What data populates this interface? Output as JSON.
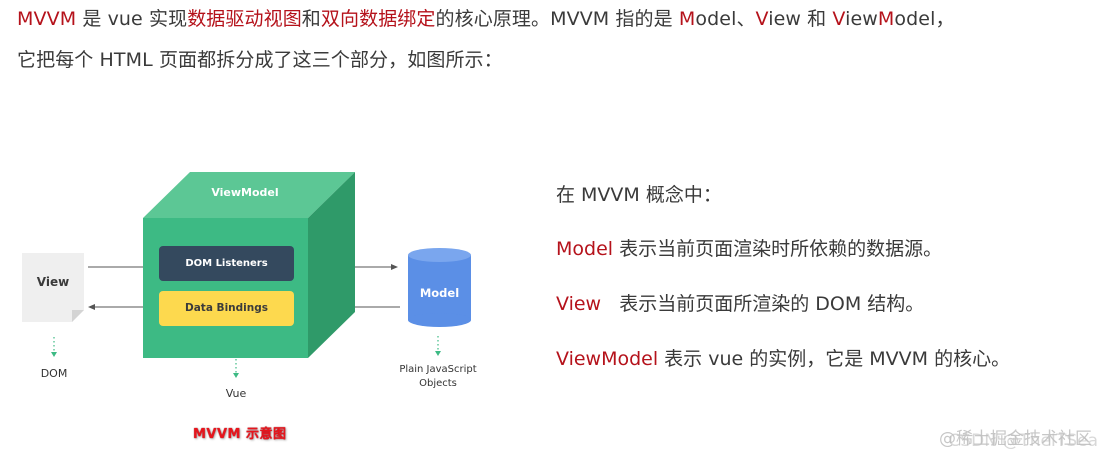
{
  "intro": {
    "line1": [
      {
        "text": "MVVM",
        "highlight": true
      },
      {
        "text": " 是 vue 实现",
        "highlight": false
      },
      {
        "text": "数据驱动视图",
        "highlight": true
      },
      {
        "text": "和",
        "highlight": false
      },
      {
        "text": "双向数据绑定",
        "highlight": true
      },
      {
        "text": "的核心原理。MVVM 指的是 ",
        "highlight": false
      },
      {
        "text": "M",
        "highlight": true
      },
      {
        "text": "odel、",
        "highlight": false
      },
      {
        "text": "V",
        "highlight": true
      },
      {
        "text": "iew 和 ",
        "highlight": false
      },
      {
        "text": "V",
        "highlight": true
      },
      {
        "text": "iew",
        "highlight": false
      },
      {
        "text": "M",
        "highlight": true
      },
      {
        "text": "odel，",
        "highlight": false
      }
    ],
    "line2": "它把每个 HTML 页面都拆分成了这三个部分，如图所示："
  },
  "diagram": {
    "viewmodel_title": "ViewModel",
    "dom_listeners": "DOM Listeners",
    "data_bindings": "Data Bindings",
    "view_label": "View",
    "view_sub": "DOM",
    "vue_sub": "Vue",
    "model_label": "Model",
    "model_sub_line1": "Plain JavaScript",
    "model_sub_line2": "Objects",
    "caption": "MVVM 示意图",
    "colors": {
      "cube_front": "#3dba84",
      "cube_top": "#5cc795",
      "cube_side": "#2f9a69",
      "dom_listeners_bg": "#34495e",
      "data_bindings_bg": "#fdd94e",
      "model_bg": "#5b8fe6",
      "view_bg": "#efefef",
      "arrow_green": "#3dba84",
      "caption_red": "#e8141c"
    }
  },
  "concepts": {
    "heading": "在 MVVM 概念中：",
    "items": [
      {
        "term": "Model",
        "desc": " 表示当前页面渲染时所依赖的数据源。"
      },
      {
        "term": "View",
        "desc": "   表示当前页面所渲染的 DOM 结构。"
      },
      {
        "term": "ViewModel",
        "desc": " 表示 vue 的实例，它是 MVVM 的核心。"
      }
    ]
  },
  "watermark": {
    "line1": "@稀土掘金技术社区",
    "line2": "CSDN @TheITSea"
  }
}
